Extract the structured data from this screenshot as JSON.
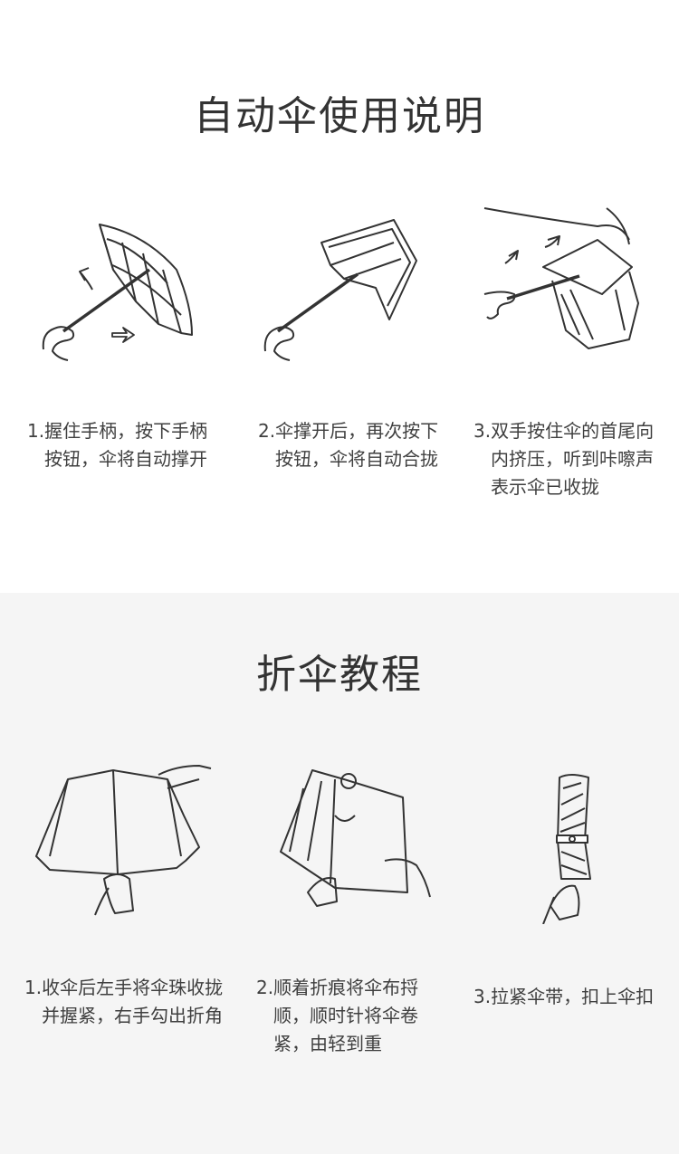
{
  "auto": {
    "title": "自动伞使用说明",
    "steps": [
      {
        "text": "1.握住手柄，按下手柄按钮，伞将自动撑开"
      },
      {
        "text": "2.伞撑开后，再次按下按钮，伞将自动合拢"
      },
      {
        "text": "3.双手按住伞的首尾向内挤压，听到咔嚓声表示伞已收拢"
      }
    ]
  },
  "fold": {
    "title": "折伞教程",
    "steps": [
      {
        "text": "1.收伞后左手将伞珠收拢并握紧，右手勾出折角"
      },
      {
        "text": "2.顺着折痕将伞布捋顺，顺时针将伞卷紧，由轻到重"
      },
      {
        "text": "3.拉紧伞带，扣上伞扣"
      }
    ]
  }
}
